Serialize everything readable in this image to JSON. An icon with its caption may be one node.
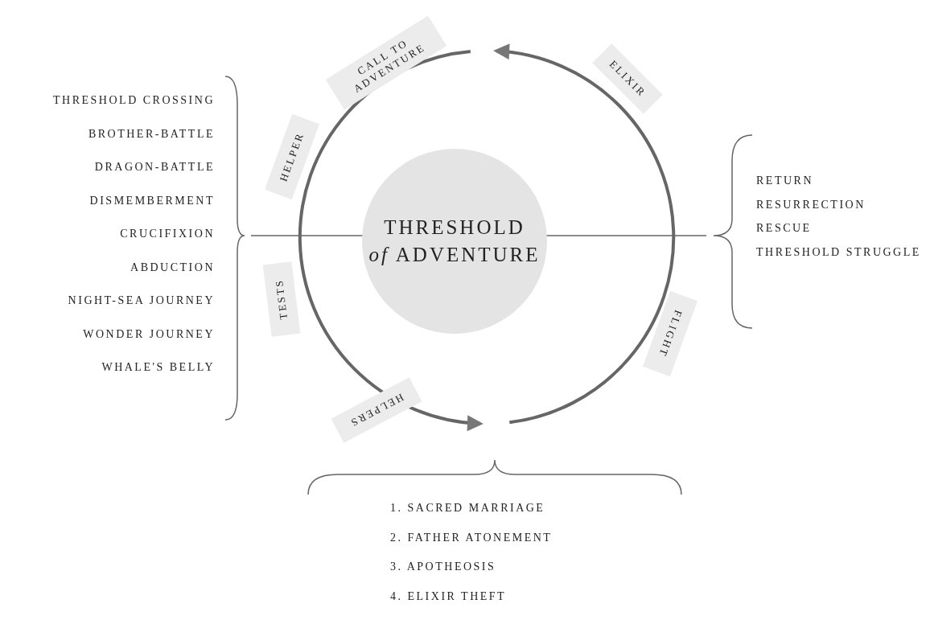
{
  "diagram": {
    "nodes": [
      {
        "text": [
          "THRESHOLD",
          "*of* ADVENTURE"
        ]
      },
      {
        "text": [
          "CALL TO ADVENTURE"
        ]
      },
      {
        "text": [
          "HELPER"
        ]
      },
      {
        "text": [
          "TESTS"
        ]
      },
      {
        "text": [
          "HELPERS"
        ]
      },
      {
        "text": [
          "FLIGHT"
        ]
      },
      {
        "text": [
          "ELIXIR"
        ]
      }
    ],
    "labels": [
      "THRESHOLD CROSSING",
      "BROTHER-BATTLE",
      "DRAGON-BATTLE",
      "DISMEMBERMENT",
      "CRUCIFIXION",
      "ABDUCTION",
      "NIGHT-SEA JOURNEY",
      "WONDER JOURNEY",
      "WHALE'S BELLY",
      "RETURN",
      "RESURRECTION",
      "RESCUE",
      "THRESHOLD STRUGGLE",
      "1. SACRED MARRIAGE",
      "2. FATHER ATONEMENT",
      "3. APOTHEOSIS",
      "4. ELIXIR THEFT"
    ]
  }
}
